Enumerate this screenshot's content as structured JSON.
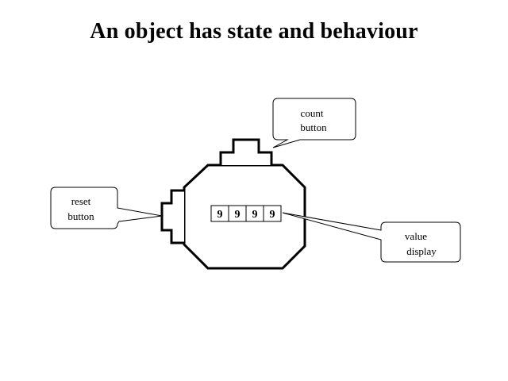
{
  "title": "An object has state and behaviour",
  "display": {
    "digits": [
      "9",
      "9",
      "9",
      "9"
    ]
  },
  "callouts": {
    "count_button": [
      "count",
      "button"
    ],
    "reset_button": [
      "reset",
      "button"
    ],
    "value_display": [
      "value",
      "display"
    ]
  }
}
